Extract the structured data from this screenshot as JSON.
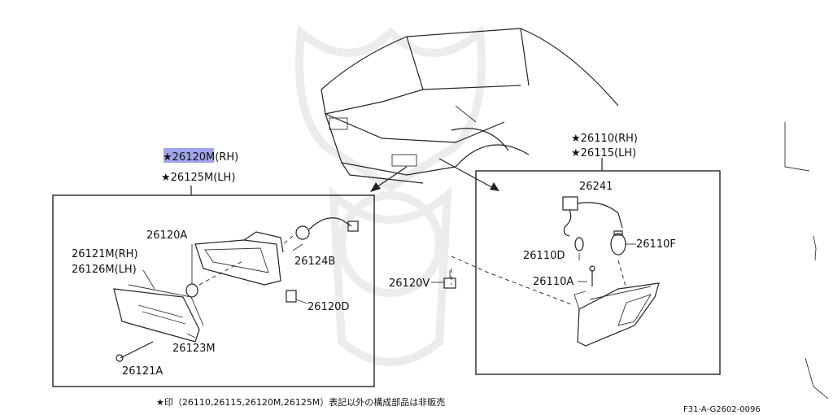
{
  "labels": {
    "part_26120M_rh": "★26120M(RH)",
    "part_26125M_lh": "★26125M(LH)",
    "part_26110_rh": "★26110(RH)",
    "part_26115_lh": "★26115(LH)",
    "p26120A": "26120A",
    "p26121M_rh": "26121M(RH)",
    "p26126M_lh": "26126M(LH)",
    "p26124B": "26124B",
    "p26120D": "26120D",
    "p26123M": "26123M",
    "p26121A": "26121A",
    "p26120V": "26120V",
    "p26241": "26241",
    "p26110D": "26110D",
    "p26110F": "26110F",
    "p26110A": "26110A"
  },
  "footnote": "★印（26110,26115,26120M,26125M）表記以外の構成部品は非販売",
  "figure_code": "F31-A-G2602-0096",
  "highlight_color": "#8f94e6"
}
